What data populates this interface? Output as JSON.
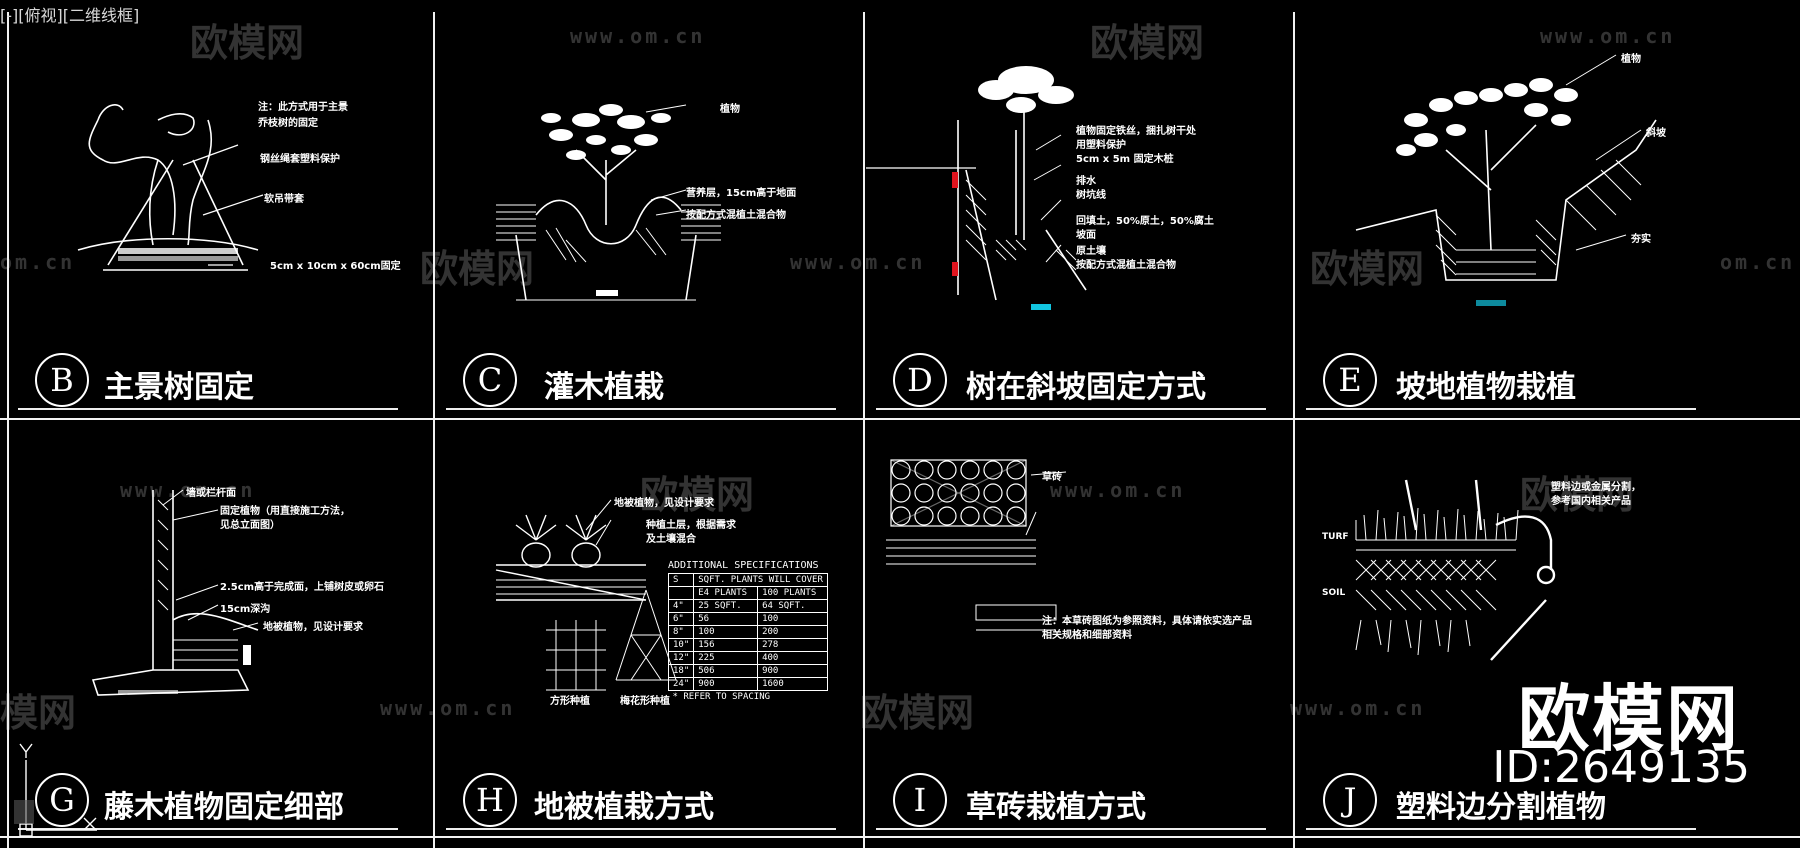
{
  "viewport": {
    "label": "[-][俯视][二维线框]"
  },
  "watermarks": {
    "brand_cn": "欧模网",
    "url": "www.om.cn",
    "url_partial": "om.cn",
    "brand_partial": "模网"
  },
  "brand": {
    "name": "欧模网",
    "id": "ID:2649135"
  },
  "panels": [
    {
      "letter": "B",
      "title": "主景树固定",
      "notes": [
        "注：此方式用于主景",
        "乔枝树的固定",
        "钢丝绳套塑料保护",
        "软吊带套",
        "5cm x 10cm x 60cm固定"
      ]
    },
    {
      "letter": "C",
      "title": "灌木植栽",
      "notes": [
        "植物",
        "营养层，15cm高于地面",
        "按配方式混植土混合物"
      ]
    },
    {
      "letter": "D",
      "title": "树在斜坡固定方式",
      "notes": [
        "植物固定铁丝，捆扎树干处",
        "用塑料保护",
        "5cm x 5m 固定木桩",
        "排水",
        "树坑线",
        "回填土，50%原土，50%腐土",
        "坡面",
        "原土壤",
        "按配方式混植土混合物"
      ]
    },
    {
      "letter": "E",
      "title": "坡地植物栽植",
      "notes": [
        "植物",
        "斜坡",
        "夯实"
      ]
    },
    {
      "letter": "G",
      "title": "藤木植物固定细部",
      "notes": [
        "墙或栏杆面",
        "固定植物（用直接施工方法，",
        "见总立面图）",
        "2.5cm高于完成面，上铺树皮或卵石",
        "15cm深沟",
        "地被植物，见设计要求"
      ]
    },
    {
      "letter": "H",
      "title": "地被植栽方式",
      "notes": [
        "地被植物，见设计要求",
        "种植土层，根据需求",
        "及土壤混合",
        "方形种植",
        "梅花形种植"
      ]
    },
    {
      "letter": "I",
      "title": "草砖栽植方式",
      "notes": [
        "草砖",
        "注：本草砖图纸为参照资料，具体请依实选产品",
        "相关规格和细部资料"
      ]
    },
    {
      "letter": "J",
      "title": "塑料边分割植物",
      "notes": [
        "塑料边或金属分割，",
        "参考国内相关产品",
        "TURF",
        "SOIL"
      ]
    }
  ],
  "spec_table": {
    "title": "ADDITIONAL SPECIFICATIONS",
    "header": [
      "S",
      "SQFT. PLANTS WILL COVER"
    ],
    "subheader": [
      "",
      "E4 PLANTS",
      "100 PLANTS"
    ],
    "rows": [
      [
        "4\"",
        "25 SQFT.",
        "64 SQFT."
      ],
      [
        "6\"",
        "56",
        "100"
      ],
      [
        "8\"",
        "100",
        "200"
      ],
      [
        "10\"",
        "156",
        "278"
      ],
      [
        "12\"",
        "225",
        "400"
      ],
      [
        "18\"",
        "506",
        "900"
      ],
      [
        "24\"",
        "900",
        "1600"
      ]
    ],
    "footnote": "* REFER TO SPACING"
  }
}
